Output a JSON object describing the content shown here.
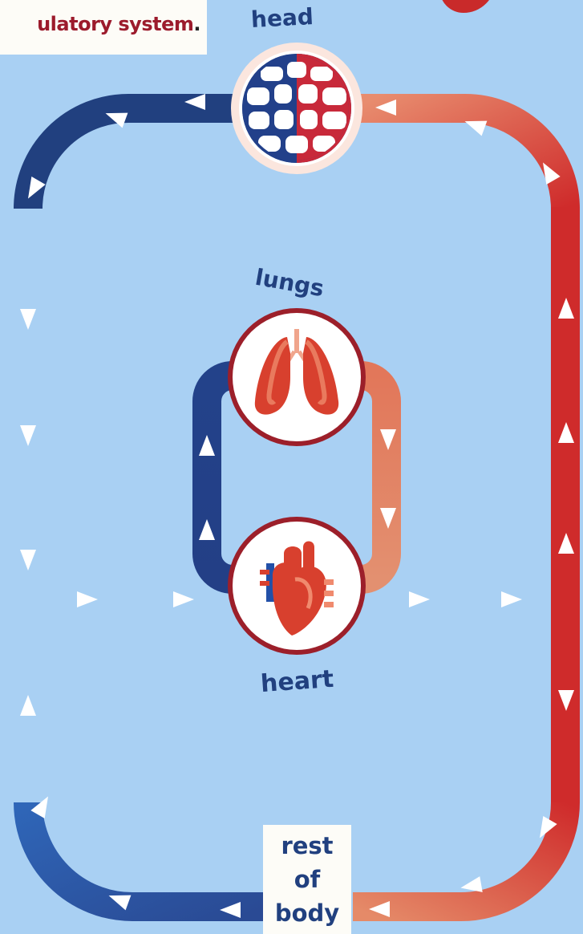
{
  "title": {
    "line": "ulatory system",
    "dot": "."
  },
  "labels": {
    "head": "head",
    "lungs": "lungs",
    "heart": "heart"
  },
  "body_label": {
    "line1": "rest",
    "line2": "of",
    "line3": "body"
  },
  "icons": {
    "head": "brain-cells-icon",
    "lungs": "lungs-icon",
    "heart": "heart-icon"
  },
  "colors": {
    "background": "#a9d0f3",
    "deoxygenated": "#21407f",
    "deoxygenated_light": "#2f66b8",
    "oxygenated": "#cf2b2b",
    "oxygenated_light": "#e27f5e",
    "arrow": "#ffffff",
    "title": "#9c1b2c"
  }
}
